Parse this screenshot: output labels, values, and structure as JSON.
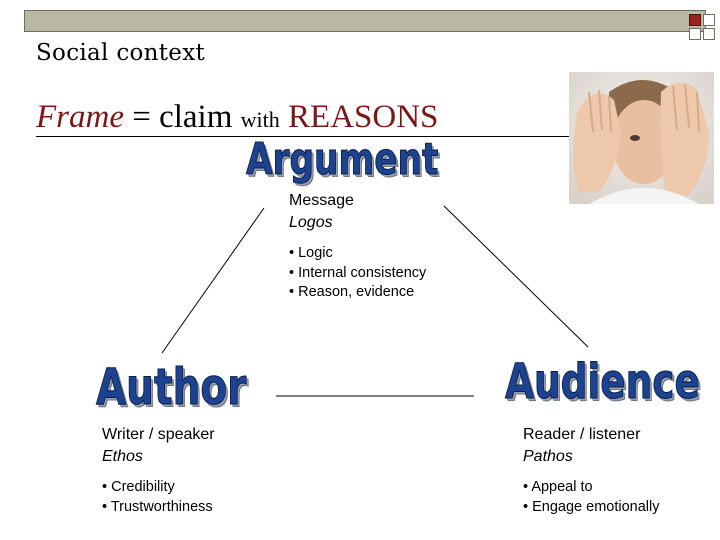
{
  "subtitle": "Social context",
  "title": {
    "frame": "Frame",
    "eq_claim": " = claim ",
    "with": "with",
    "reasons": " REASONS"
  },
  "argument": {
    "heading": "Argument",
    "role": "Message",
    "appeal": "Logos",
    "bullets": [
      "Logic",
      "Internal consistency",
      "Reason, evidence"
    ]
  },
  "author": {
    "heading": "Author",
    "role": "Writer / speaker",
    "appeal": "Ethos",
    "bullets": [
      "Credibility",
      "Trustworthiness"
    ]
  },
  "audience": {
    "heading": "Audience",
    "role": "Reader / listener",
    "appeal": "Pathos",
    "bullets": [
      "Appeal to",
      "Engage emotionally"
    ]
  },
  "colors": {
    "accent_red": "#7a1818",
    "wordart_blue": "#1d4290",
    "header_bar": "#b8b8a4"
  }
}
